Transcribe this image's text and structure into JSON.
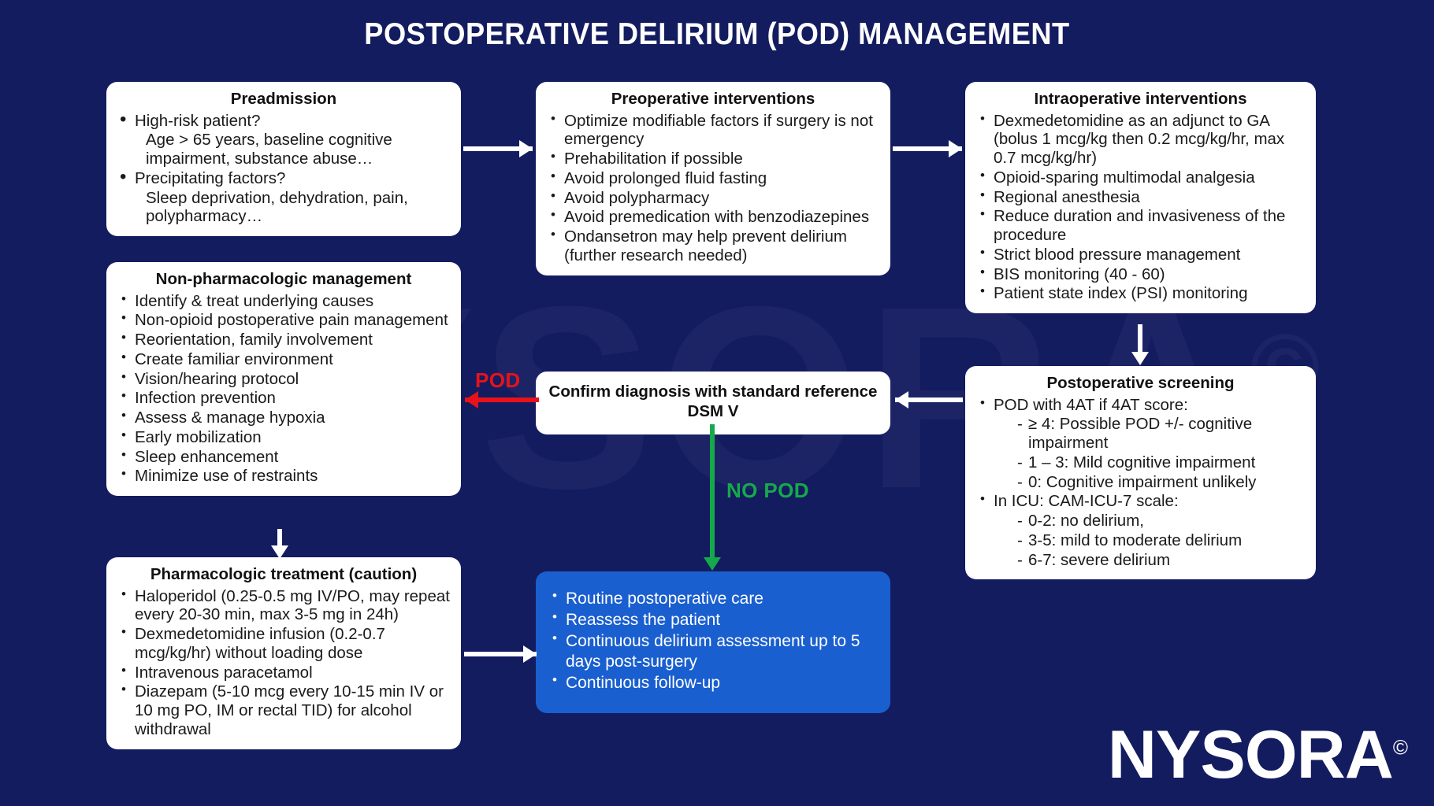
{
  "page": {
    "title": "POSTOPERATIVE DELIRIUM (POD) MANAGEMENT",
    "background_color": "#141c60",
    "watermark_text": "NYSORA",
    "watermark_mark": "©"
  },
  "logo": {
    "text": "NYSORA",
    "mark": "©"
  },
  "cards": {
    "preadmission": {
      "title": "Preadmission",
      "items": [
        "High-risk patient?",
        "Age > 65 years, baseline cognitive impairment, substance abuse…",
        "Precipitating factors?",
        "Sleep deprivation, dehydration, pain, polypharmacy…"
      ]
    },
    "preoperative": {
      "title": "Preoperative interventions",
      "items": [
        "Optimize modifiable factors if surgery is not emergency",
        "Prehabilitation if possible",
        "Avoid prolonged fluid fasting",
        "Avoid polypharmacy",
        "Avoid premedication with benzodiazepines",
        "Ondansetron  may help prevent delirium (further research needed)"
      ]
    },
    "intraoperative": {
      "title": "Intraoperative interventions",
      "items": [
        "Dexmedetomidine as an adjunct to GA (bolus 1 mcg/kg then 0.2 mcg/kg/hr, max 0.7 mcg/kg/hr)",
        "Opioid-sparing multimodal analgesia",
        "Regional anesthesia",
        "Reduce duration and invasiveness of the procedure",
        "Strict blood pressure management",
        "BIS monitoring (40 - 60)",
        "Patient state index (PSI) monitoring"
      ]
    },
    "postoperative_screening": {
      "title": "Postoperative screening",
      "items": [
        "POD with 4AT if 4AT score:",
        "≥ 4: Possible POD +/- cognitive impairment",
        "1 – 3: Mild cognitive impairment",
        "0: Cognitive impairment unlikely",
        "In ICU: CAM-ICU-7 scale:",
        "0-2: no delirium,",
        "3-5: mild to moderate delirium",
        "6-7: severe delirium"
      ]
    },
    "confirm_diagnosis": {
      "title": "Confirm diagnosis with standard reference DSM V"
    },
    "non_pharmacologic": {
      "title": "Non-pharmacologic management",
      "items": [
        "Identify & treat underlying causes",
        "Non-opioid postoperative pain management",
        "Reorientation, family involvement",
        "Create familiar environment",
        "Vision/hearing protocol",
        "Infection prevention",
        "Assess & manage hypoxia",
        "Early mobilization",
        "Sleep enhancement",
        "Minimize use of restraints"
      ]
    },
    "pharmacologic": {
      "title": "Pharmacologic treatment (caution)",
      "items": [
        "Haloperidol (0.25-0.5 mg IV/PO, may repeat every 20-30 min, max 3-5 mg in 24h)",
        "Dexmedetomidine infusion (0.2-0.7 mcg/kg/hr) without loading dose",
        "Intravenous paracetamol",
        "Diazepam (5-10 mcg every 10-15 min IV or 10 mg PO, IM or rectal TID) for alcohol withdrawal"
      ]
    },
    "routine_care": {
      "items": [
        "Routine postoperative care",
        "Reassess the patient",
        "Continuous delirium assessment up to 5 days post-surgery",
        "Continuous follow-up"
      ],
      "background_color": "#1a5fd0"
    }
  },
  "edges": {
    "pod_label": "POD",
    "pod_color": "#e8121a",
    "no_pod_label": "NO POD",
    "no_pod_color": "#16a94b",
    "default_color": "#ffffff"
  }
}
